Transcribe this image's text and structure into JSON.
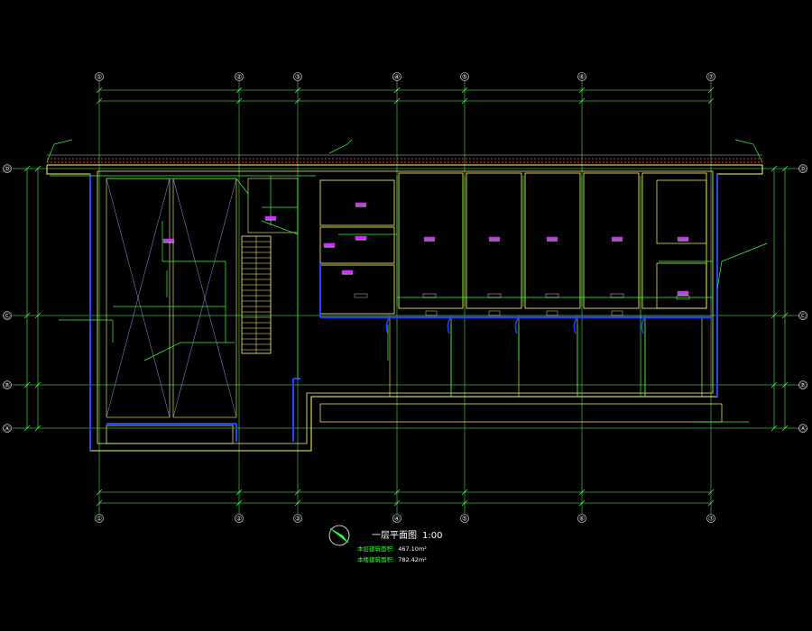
{
  "colors": {
    "background": "#000000",
    "wall": "#ffff66",
    "grid": "#66ff66",
    "electric": "#33ff33",
    "conduit": "#2244ff",
    "label_tag": "#cc33ff",
    "axis_text": "#ffffff",
    "roof_hatch": "#ff3333"
  },
  "axes": {
    "columns": [
      "①",
      "②",
      "③",
      "④",
      "⑤",
      "⑥",
      "⑦"
    ],
    "rows": [
      "Ⓐ",
      "Ⓑ",
      "Ⓒ",
      "Ⓓ"
    ]
  },
  "title_block": {
    "title": "一层平面图",
    "scale": "1:00",
    "rows": [
      {
        "label": "本层建筑面积:",
        "value": "467.10m²"
      },
      {
        "label": "本楼建筑面积:",
        "value": "782.42m²"
      }
    ],
    "north_arrow_icon": "north-arrow-icon"
  }
}
